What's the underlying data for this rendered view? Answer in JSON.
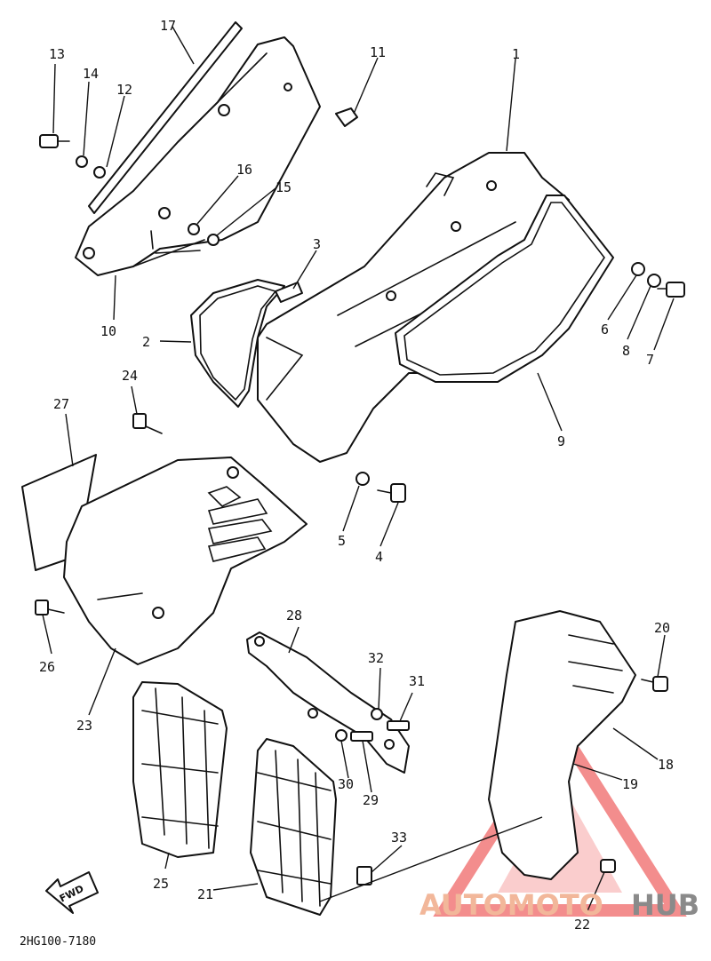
{
  "diagram_code": "2HG100-7180",
  "fwd_label": "FWD",
  "watermark": {
    "part1": "AUTOMOTO",
    "part2": "HUB",
    "color_main": "#f2b79a",
    "color_accent": "#8a8a8a",
    "triangle_color": "#f07070"
  },
  "callouts": {
    "n1": "1",
    "n2": "2",
    "n3": "3",
    "n4": "4",
    "n5": "5",
    "n6": "6",
    "n7": "7",
    "n8": "8",
    "n9": "9",
    "n10": "10",
    "n11": "11",
    "n12": "12",
    "n13": "13",
    "n14": "14",
    "n15": "15",
    "n16": "16",
    "n17": "17",
    "n18": "18",
    "n19": "19",
    "n20": "20",
    "n21": "21",
    "n22": "22",
    "n23": "23",
    "n24": "24",
    "n25": "25",
    "n26": "26",
    "n27": "27",
    "n28": "28",
    "n29": "29",
    "n30": "30",
    "n31": "31",
    "n32": "32",
    "n33": "33"
  }
}
